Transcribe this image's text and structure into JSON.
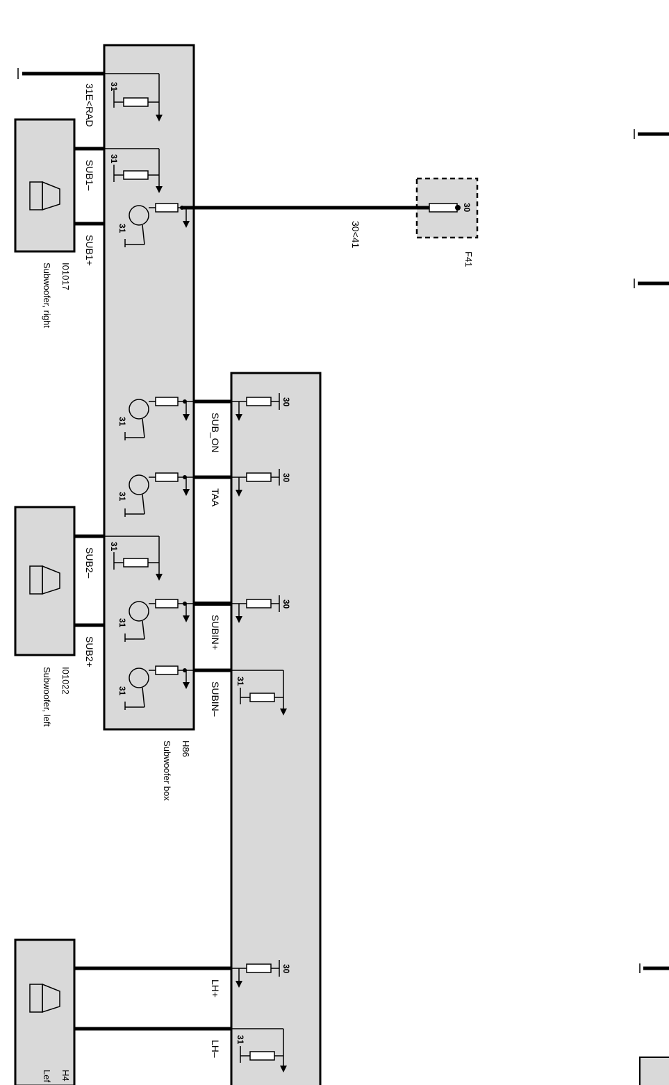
{
  "components": {
    "subwoofer_right": {
      "id": "I01017",
      "name": "Subwoofer, right"
    },
    "subwoofer_left": {
      "id": "I01022",
      "name": "Subwoofer, left"
    },
    "subwoofer_box": {
      "id": "H86",
      "name": "Subwoofer box"
    },
    "fuse": {
      "id": "F41",
      "pin": "30"
    },
    "speaker_bottom": {
      "id": "H4",
      "name": "Lef"
    }
  },
  "wires": {
    "ground": "31E<RAD",
    "sub1_minus": "SUB1–",
    "sub1_plus": "SUB1+",
    "sub2_minus": "SUB2–",
    "sub2_plus": "SUB2+",
    "sub_on": "SUB_ON",
    "taa": "TAA",
    "subin_plus": "SUBIN+",
    "subin_minus": "SUBIN–",
    "lh_plus": "LH+",
    "lh_minus": "LH–",
    "supply": "30<41"
  },
  "terminals": {
    "ground": "31",
    "supply": "30"
  }
}
